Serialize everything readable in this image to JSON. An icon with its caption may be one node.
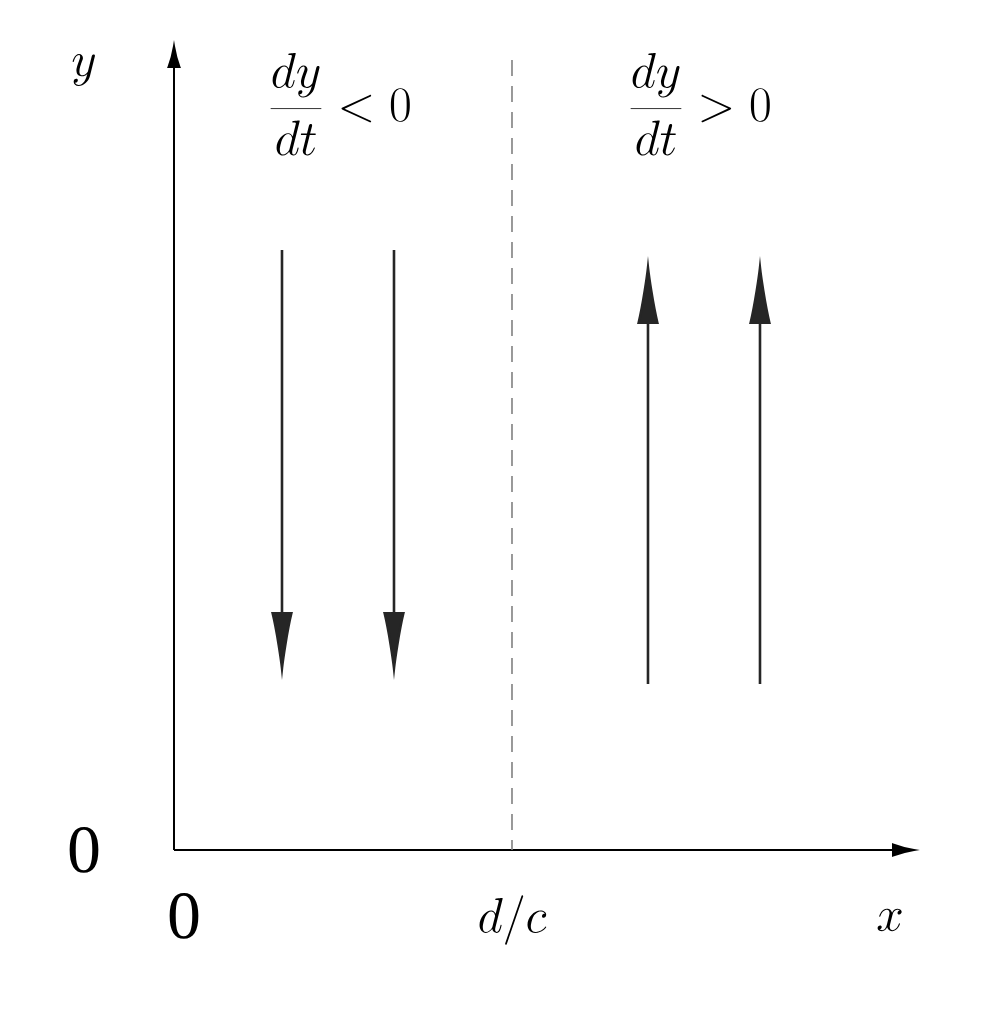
{
  "diagram": {
    "labels": [
      "y",
      "\\frac{dy}{dt}<0",
      "\\frac{dy}{dt}>0",
      "0",
      "0",
      "d/c",
      "x"
    ]
  }
}
